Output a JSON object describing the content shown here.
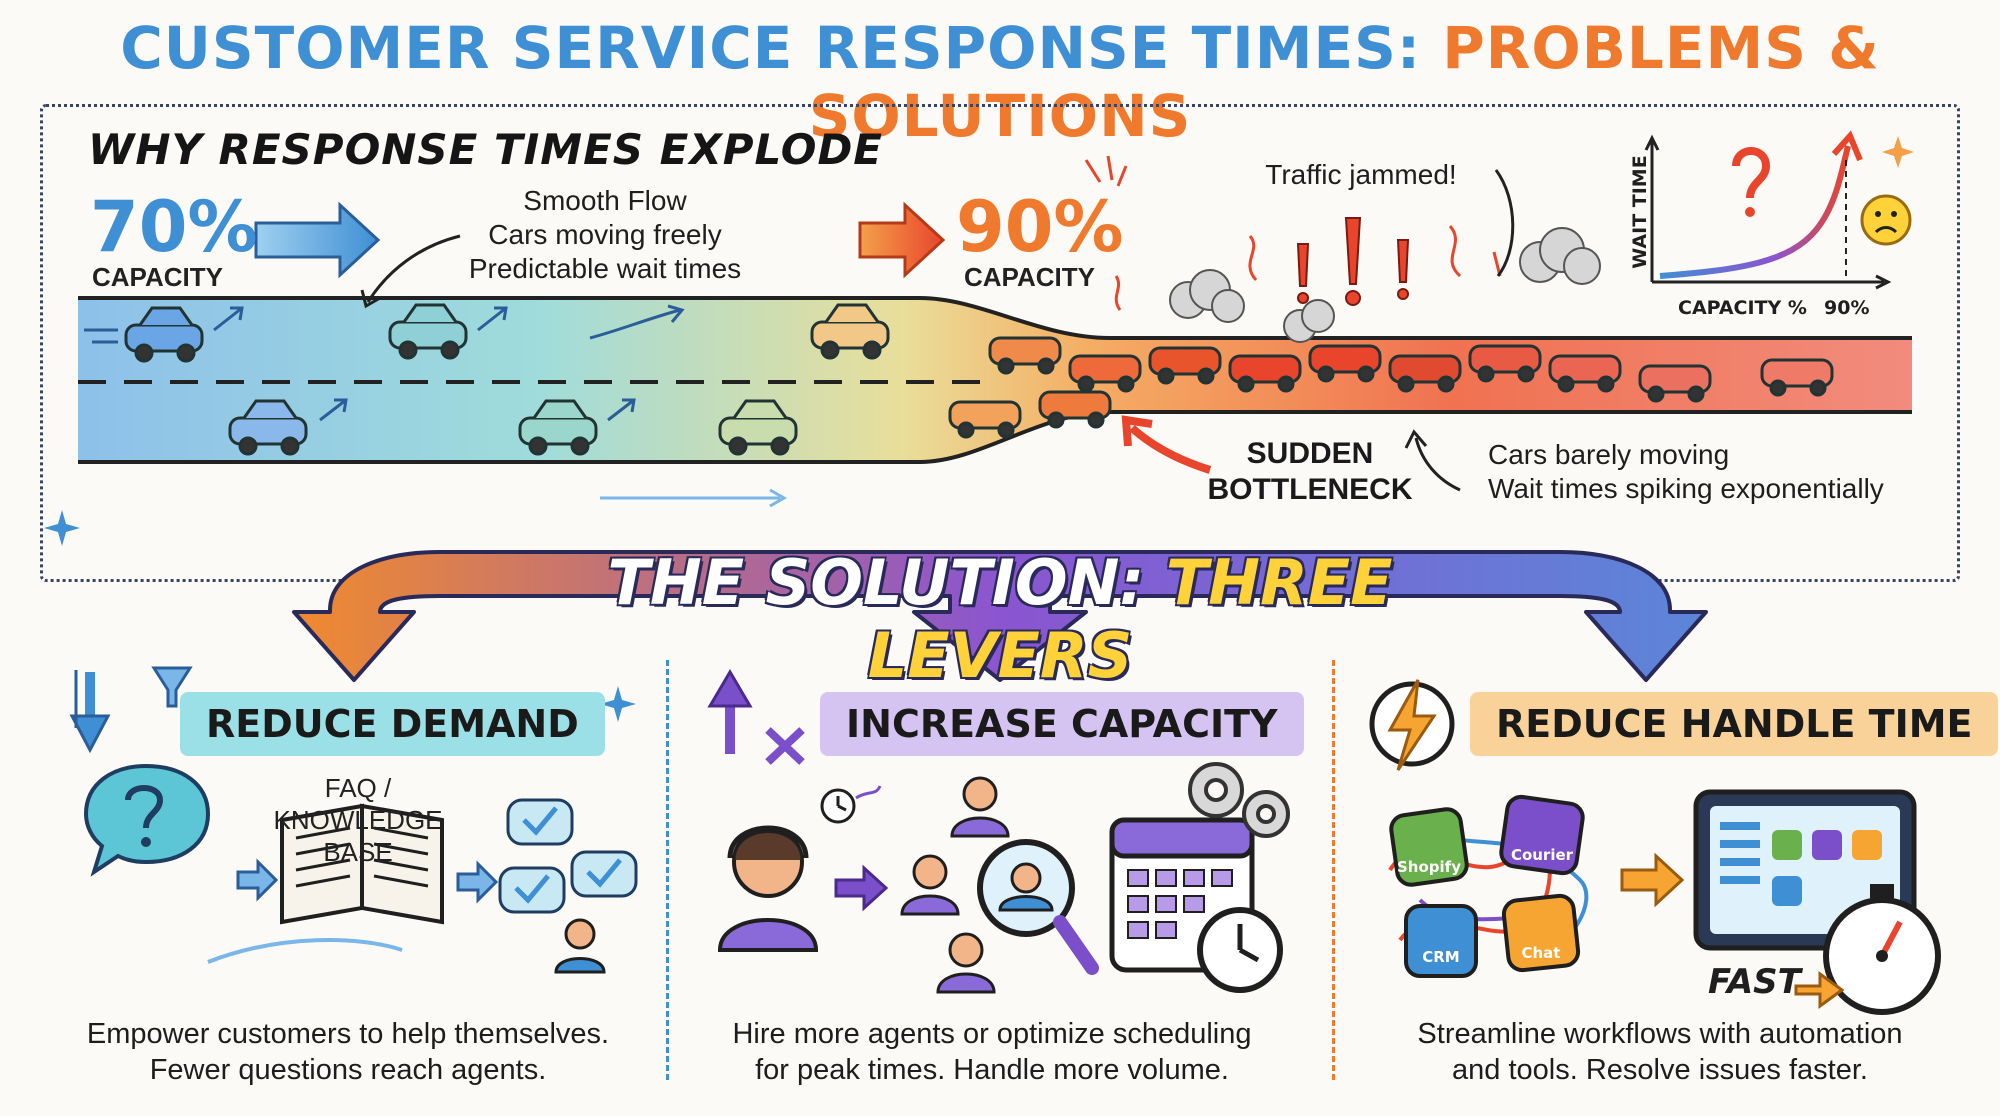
{
  "title": {
    "part1": "CUSTOMER SERVICE RESPONSE TIMES:",
    "part2": "PROBLEMS & SOLUTIONS"
  },
  "problem": {
    "heading": "WHY RESPONSE TIMES EXPLODE",
    "low": {
      "value": "70%",
      "label": "CAPACITY"
    },
    "high": {
      "value": "90%",
      "label": "CAPACITY"
    },
    "smooth_notes": [
      "Smooth Flow",
      "Cars moving freely",
      "Predictable wait times"
    ],
    "jam_note": "Traffic jammed!",
    "bottleneck": [
      "SUDDEN",
      "BOTTLENECK"
    ],
    "slow_notes": [
      "Cars barely moving",
      "Wait times spiking exponentially"
    ],
    "mini_chart": {
      "ylabel": "WAIT TIME",
      "xlabel": "CAPACITY %",
      "marker": "90%"
    }
  },
  "solution": {
    "title_plain": "THE SOLUTION:",
    "title_highlight": "THREE LEVERS"
  },
  "levers": [
    {
      "title": "REDUCE DEMAND",
      "illustration_label": [
        "FAQ /",
        "KNOWLEDGE BASE"
      ],
      "description": [
        "Empower customers to help themselves.",
        "Fewer questions reach agents."
      ],
      "color": "#5cc6d6"
    },
    {
      "title": "INCREASE CAPACITY",
      "description": [
        "Hire more agents or optimize scheduling",
        "for peak times. Handle more volume."
      ],
      "color": "#b79be6"
    },
    {
      "title": "REDUCE HANDLE TIME",
      "tools": [
        "Shopify",
        "Courier",
        "CRM",
        "Chat"
      ],
      "fast_label": "FAST",
      "description": [
        "Streamline workflows with automation",
        "and tools. Resolve issues faster."
      ],
      "color": "#f6b86a"
    }
  ],
  "colors": {
    "blue": "#3f8fd4",
    "orange": "#ef7a2e",
    "red": "#e8452c",
    "purple": "#7a4fc9",
    "yellow": "#ffd23a"
  }
}
